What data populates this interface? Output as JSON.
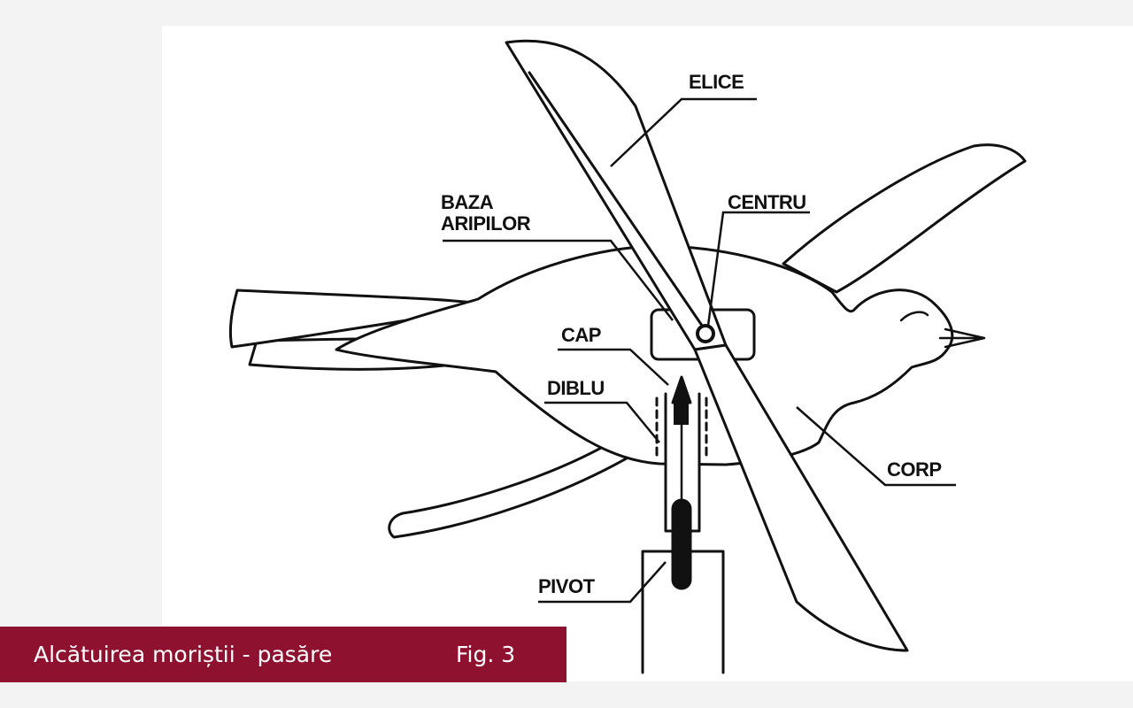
{
  "diagram": {
    "labels": {
      "elice": "ELICE",
      "baza_line1": "BAZA",
      "baza_line2": "ARIPILOR",
      "centru": "CENTRU",
      "cap": "CAP",
      "diblu": "DIBLU",
      "corp": "CORP",
      "pivot": "PIVOT"
    }
  },
  "caption": {
    "title": "Alcătuirea moriștii - pasăre",
    "figure": "Fig. 3"
  },
  "colors": {
    "caption_background": "#8e1230",
    "caption_text": "#ffffff",
    "line": "#111111",
    "page_background": "#f3f3f3",
    "panel_background": "#ffffff"
  }
}
